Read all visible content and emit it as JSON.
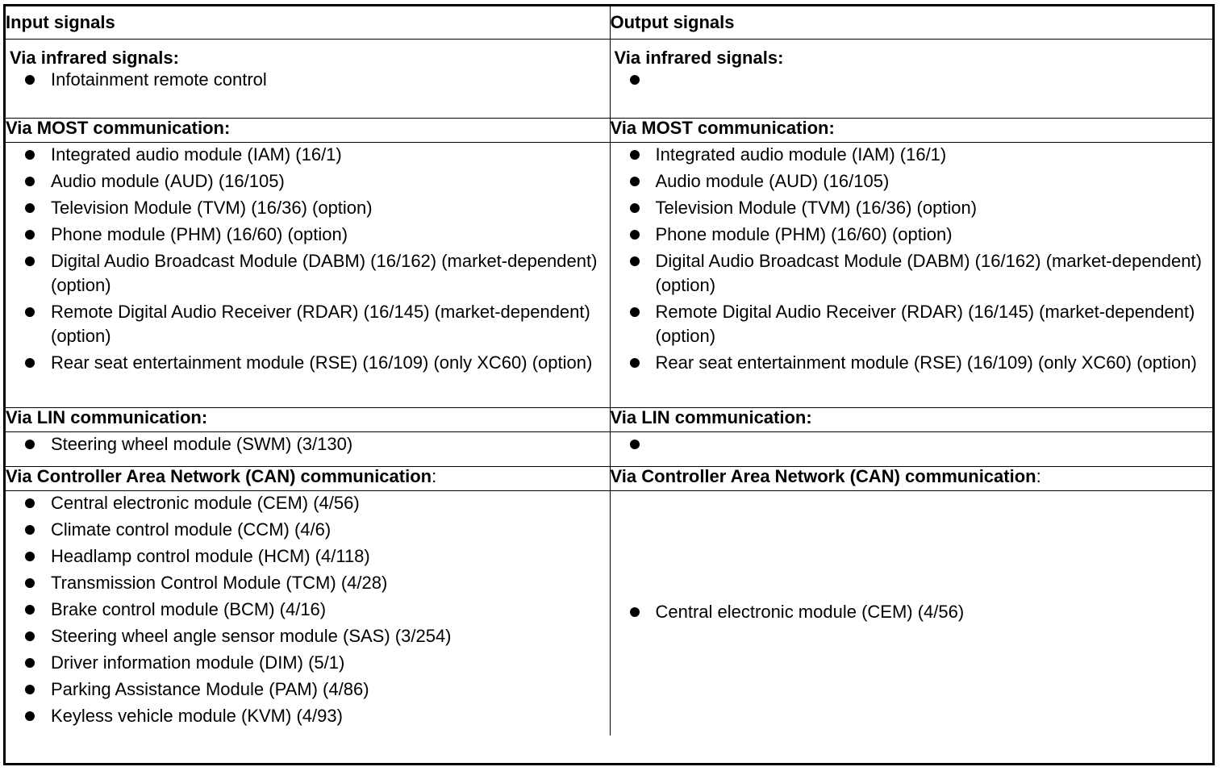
{
  "headers": {
    "input": "Input signals",
    "output": "Output signals"
  },
  "infrared": {
    "label": "Via infrared signals:",
    "input_items": [
      "Infotainment remote control"
    ],
    "output_items": [
      ""
    ]
  },
  "most": {
    "label": "Via MOST communication:",
    "input_items": [
      "Integrated audio module (IAM) (16/1)",
      "Audio module (AUD) (16/105)",
      "Television Module (TVM) (16/36) (option)",
      "Phone module (PHM) (16/60) (option)",
      "Digital Audio Broadcast Module (DABM) (16/162) (market-dependent) (option)",
      "Remote Digital Audio Receiver (RDAR) (16/145) (market-dependent) (option)",
      "Rear seat entertainment module (RSE) (16/109) (only XC60) (option)"
    ],
    "output_items": [
      "Integrated audio module (IAM) (16/1)",
      "Audio module (AUD) (16/105)",
      "Television Module (TVM) (16/36) (option)",
      "Phone module (PHM) (16/60) (option)",
      "Digital Audio Broadcast Module (DABM) (16/162) (market-dependent) (option)",
      "Remote Digital Audio Receiver (RDAR) (16/145) (market-dependent) (option)",
      "Rear seat entertainment module (RSE) (16/109) (only XC60) (option)"
    ]
  },
  "lin": {
    "label": "Via LIN communication:",
    "input_items": [
      "Steering wheel module (SWM) (3/130)"
    ],
    "output_items": [
      ""
    ]
  },
  "can": {
    "label_bold": "Via Controller Area Network (CAN) communication",
    "label_colon": ":",
    "input_items": [
      "Central electronic module (CEM) (4/56)",
      "Climate control module (CCM) (4/6)",
      "Headlamp control module (HCM) (4/118)",
      "Transmission Control Module (TCM) (4/28)",
      "Brake control module (BCM) (4/16)",
      "Steering wheel angle sensor module (SAS) (3/254)",
      "Driver information module (DIM) (5/1)",
      "Parking Assistance Module (PAM) (4/86)",
      "Keyless vehicle module (KVM) (4/93)"
    ],
    "output_items": [
      "Central electronic module (CEM) (4/56)"
    ]
  }
}
